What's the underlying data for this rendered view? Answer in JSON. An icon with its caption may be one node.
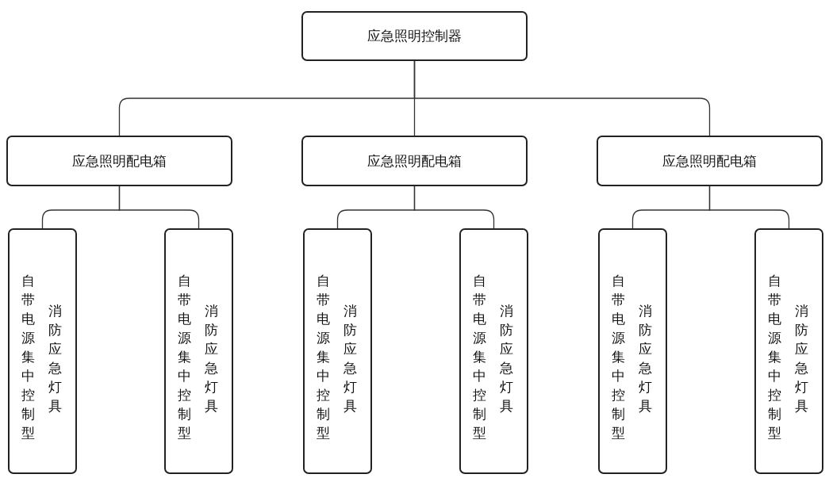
{
  "diagram": {
    "nodes": [
      {
        "text": [
          "应急照明控制器"
        ]
      },
      {
        "text": [
          "应急照明配电箱"
        ]
      },
      {
        "text": [
          "应急照明配电箱"
        ]
      },
      {
        "text": [
          "应急照明配电箱"
        ]
      },
      {
        "text": [
          "自带电源集中控制型",
          "消防应急灯具"
        ]
      },
      {
        "text": [
          "自带电源集中控制型",
          "消防应急灯具"
        ]
      },
      {
        "text": [
          "自带电源集中控制型",
          "消防应急灯具"
        ]
      },
      {
        "text": [
          "自带电源集中控制型",
          "消防应急灯具"
        ]
      },
      {
        "text": [
          "自带电源集中控制型",
          "消防应急灯具"
        ]
      },
      {
        "text": [
          "自带电源集中控制型",
          "消防应急灯具"
        ]
      }
    ],
    "edges": [
      {
        "from": 0,
        "to": 1,
        "arrow": "none"
      },
      {
        "from": 0,
        "to": 2,
        "arrow": "none"
      },
      {
        "from": 0,
        "to": 3,
        "arrow": "none"
      },
      {
        "from": 1,
        "to": 4,
        "arrow": "none"
      },
      {
        "from": 1,
        "to": 5,
        "arrow": "none"
      },
      {
        "from": 2,
        "to": 6,
        "arrow": "none"
      },
      {
        "from": 2,
        "to": 7,
        "arrow": "none"
      },
      {
        "from": 3,
        "to": 8,
        "arrow": "none"
      },
      {
        "from": 3,
        "to": 9,
        "arrow": "none"
      }
    ]
  }
}
